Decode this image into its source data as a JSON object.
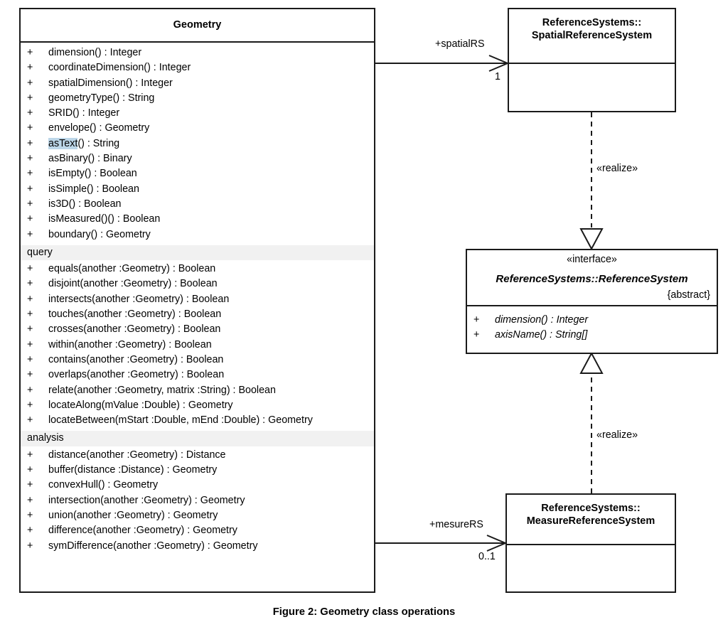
{
  "figure": {
    "caption": "Figure 2: Geometry class operations"
  },
  "classes": {
    "geometry": {
      "name": "Geometry",
      "compartments": [
        {
          "band": null,
          "operations": [
            {
              "visibility": "+",
              "signature": "dimension() : Integer"
            },
            {
              "visibility": "+",
              "signature": "coordinateDimension() : Integer"
            },
            {
              "visibility": "+",
              "signature": "spatialDimension() : Integer"
            },
            {
              "visibility": "+",
              "signature": "geometryType() : String"
            },
            {
              "visibility": "+",
              "signature": "SRID() : Integer"
            },
            {
              "visibility": "+",
              "signature": "envelope() : Geometry"
            },
            {
              "visibility": "+",
              "signature": "asText() : String",
              "highlight": "asText"
            },
            {
              "visibility": "+",
              "signature": "asBinary() : Binary"
            },
            {
              "visibility": "+",
              "signature": "isEmpty() : Boolean"
            },
            {
              "visibility": "+",
              "signature": "isSimple() : Boolean"
            },
            {
              "visibility": "+",
              "signature": "is3D() : Boolean"
            },
            {
              "visibility": "+",
              "signature": "isMeasured()() : Boolean"
            },
            {
              "visibility": "+",
              "signature": "boundary() : Geometry"
            }
          ]
        },
        {
          "band": "query",
          "operations": [
            {
              "visibility": "+",
              "signature": "equals(another :Geometry) : Boolean"
            },
            {
              "visibility": "+",
              "signature": "disjoint(another :Geometry) : Boolean"
            },
            {
              "visibility": "+",
              "signature": "intersects(another :Geometry) : Boolean"
            },
            {
              "visibility": "+",
              "signature": "touches(another :Geometry) : Boolean"
            },
            {
              "visibility": "+",
              "signature": "crosses(another :Geometry) : Boolean"
            },
            {
              "visibility": "+",
              "signature": "within(another :Geometry) : Boolean"
            },
            {
              "visibility": "+",
              "signature": "contains(another :Geometry) : Boolean"
            },
            {
              "visibility": "+",
              "signature": "overlaps(another :Geometry) : Boolean"
            },
            {
              "visibility": "+",
              "signature": "relate(another :Geometry, matrix :String) : Boolean"
            },
            {
              "visibility": "+",
              "signature": "locateAlong(mValue :Double) : Geometry"
            },
            {
              "visibility": "+",
              "signature": "locateBetween(mStart :Double, mEnd :Double) : Geometry"
            }
          ]
        },
        {
          "band": "analysis",
          "operations": [
            {
              "visibility": "+",
              "signature": "distance(another :Geometry) : Distance"
            },
            {
              "visibility": "+",
              "signature": "buffer(distance :Distance) : Geometry"
            },
            {
              "visibility": "+",
              "signature": "convexHull() : Geometry"
            },
            {
              "visibility": "+",
              "signature": "intersection(another :Geometry) : Geometry"
            },
            {
              "visibility": "+",
              "signature": "union(another :Geometry) : Geometry"
            },
            {
              "visibility": "+",
              "signature": "difference(another :Geometry) : Geometry"
            },
            {
              "visibility": "+",
              "signature": "symDifference(another :Geometry) : Geometry"
            }
          ]
        }
      ]
    },
    "spatial_reference_system": {
      "name_line1": "ReferenceSystems::",
      "name_line2": "SpatialReferenceSystem"
    },
    "reference_system": {
      "stereotype": "«interface»",
      "name": "ReferenceSystems::ReferenceSystem",
      "modifier": "{abstract}",
      "operations": [
        {
          "visibility": "+",
          "signature": "dimension() : Integer"
        },
        {
          "visibility": "+",
          "signature": "axisName() : String[]"
        }
      ]
    },
    "measure_reference_system": {
      "name_line1": "ReferenceSystems::",
      "name_line2": "MeasureReferenceSystem"
    }
  },
  "relationships": {
    "spatial_association": {
      "role": "+spatialRS",
      "multiplicity": "1"
    },
    "measure_association": {
      "role": "+mesureRS",
      "multiplicity": "0..1"
    },
    "realize_spatial": {
      "stereotype": "«realize»"
    },
    "realize_measure": {
      "stereotype": "«realize»"
    }
  },
  "style": {
    "line_color": "#1a1a1a",
    "band_color": "#f1f1f1",
    "highlight_color": "#bcd6e8",
    "background": "#ffffff"
  }
}
